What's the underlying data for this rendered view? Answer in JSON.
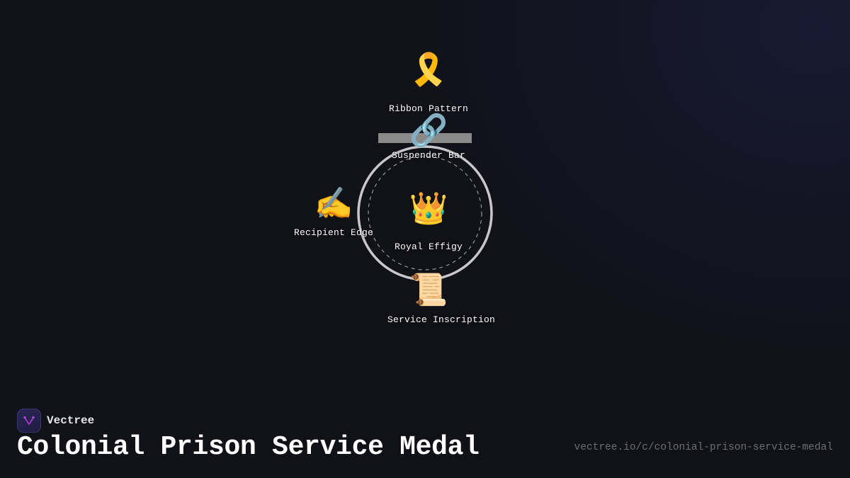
{
  "diagram": {
    "title": "Colonial Prison Service Medal",
    "parts": [
      {
        "id": "ribbon",
        "label": "Ribbon Pattern",
        "icon": "ribbon-icon",
        "glyph": "🎗️"
      },
      {
        "id": "suspender",
        "label": "Suspender Bar",
        "icon": "link-icon",
        "glyph": "🔗"
      },
      {
        "id": "recipient",
        "label": "Recipient Edge",
        "icon": "writing-hand-icon",
        "glyph": "✍️"
      },
      {
        "id": "effigy",
        "label": "Royal Effigy",
        "icon": "crown-icon",
        "glyph": "👑"
      },
      {
        "id": "inscription",
        "label": "Service Inscription",
        "icon": "scroll-icon",
        "glyph": "📜"
      }
    ],
    "colors": {
      "background": "#111118",
      "medal_ring": "#c8c8cc",
      "suspender_bar": "#8a8a8a",
      "label_text": "#ffffff"
    }
  },
  "footer": {
    "brand": "Vectree",
    "title": "Colonial Prison Service Medal",
    "url": "vectree.io/c/colonial-prison-service-medal",
    "accent": "#a63ad6"
  }
}
